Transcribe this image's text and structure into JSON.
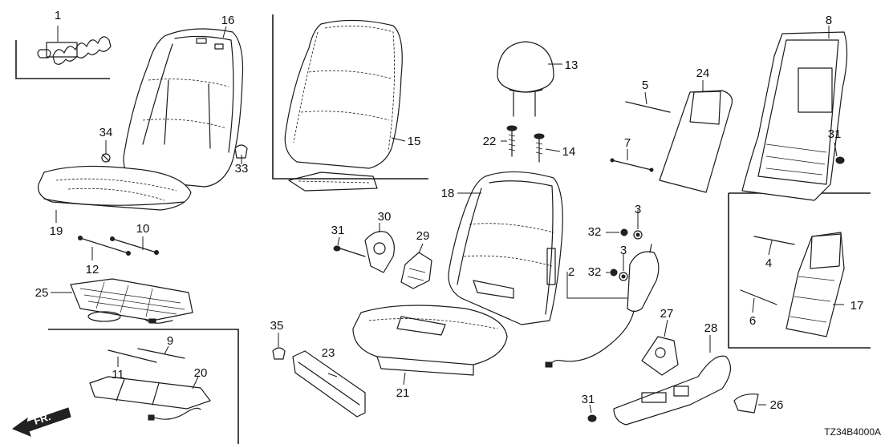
{
  "diagram": {
    "code": "TZ34B4000A",
    "front_arrow_label": "FR.",
    "callouts": [
      "1",
      "16",
      "34",
      "33",
      "19",
      "10",
      "12",
      "25",
      "9",
      "11",
      "20",
      "15",
      "35",
      "31",
      "30",
      "29",
      "23",
      "21",
      "13",
      "22",
      "14",
      "18",
      "32",
      "3",
      "2",
      "27",
      "28",
      "5",
      "7",
      "24",
      "8",
      "4",
      "6",
      "17",
      "26"
    ],
    "callouts_extra": [
      "32",
      "3",
      "31",
      "31"
    ]
  }
}
